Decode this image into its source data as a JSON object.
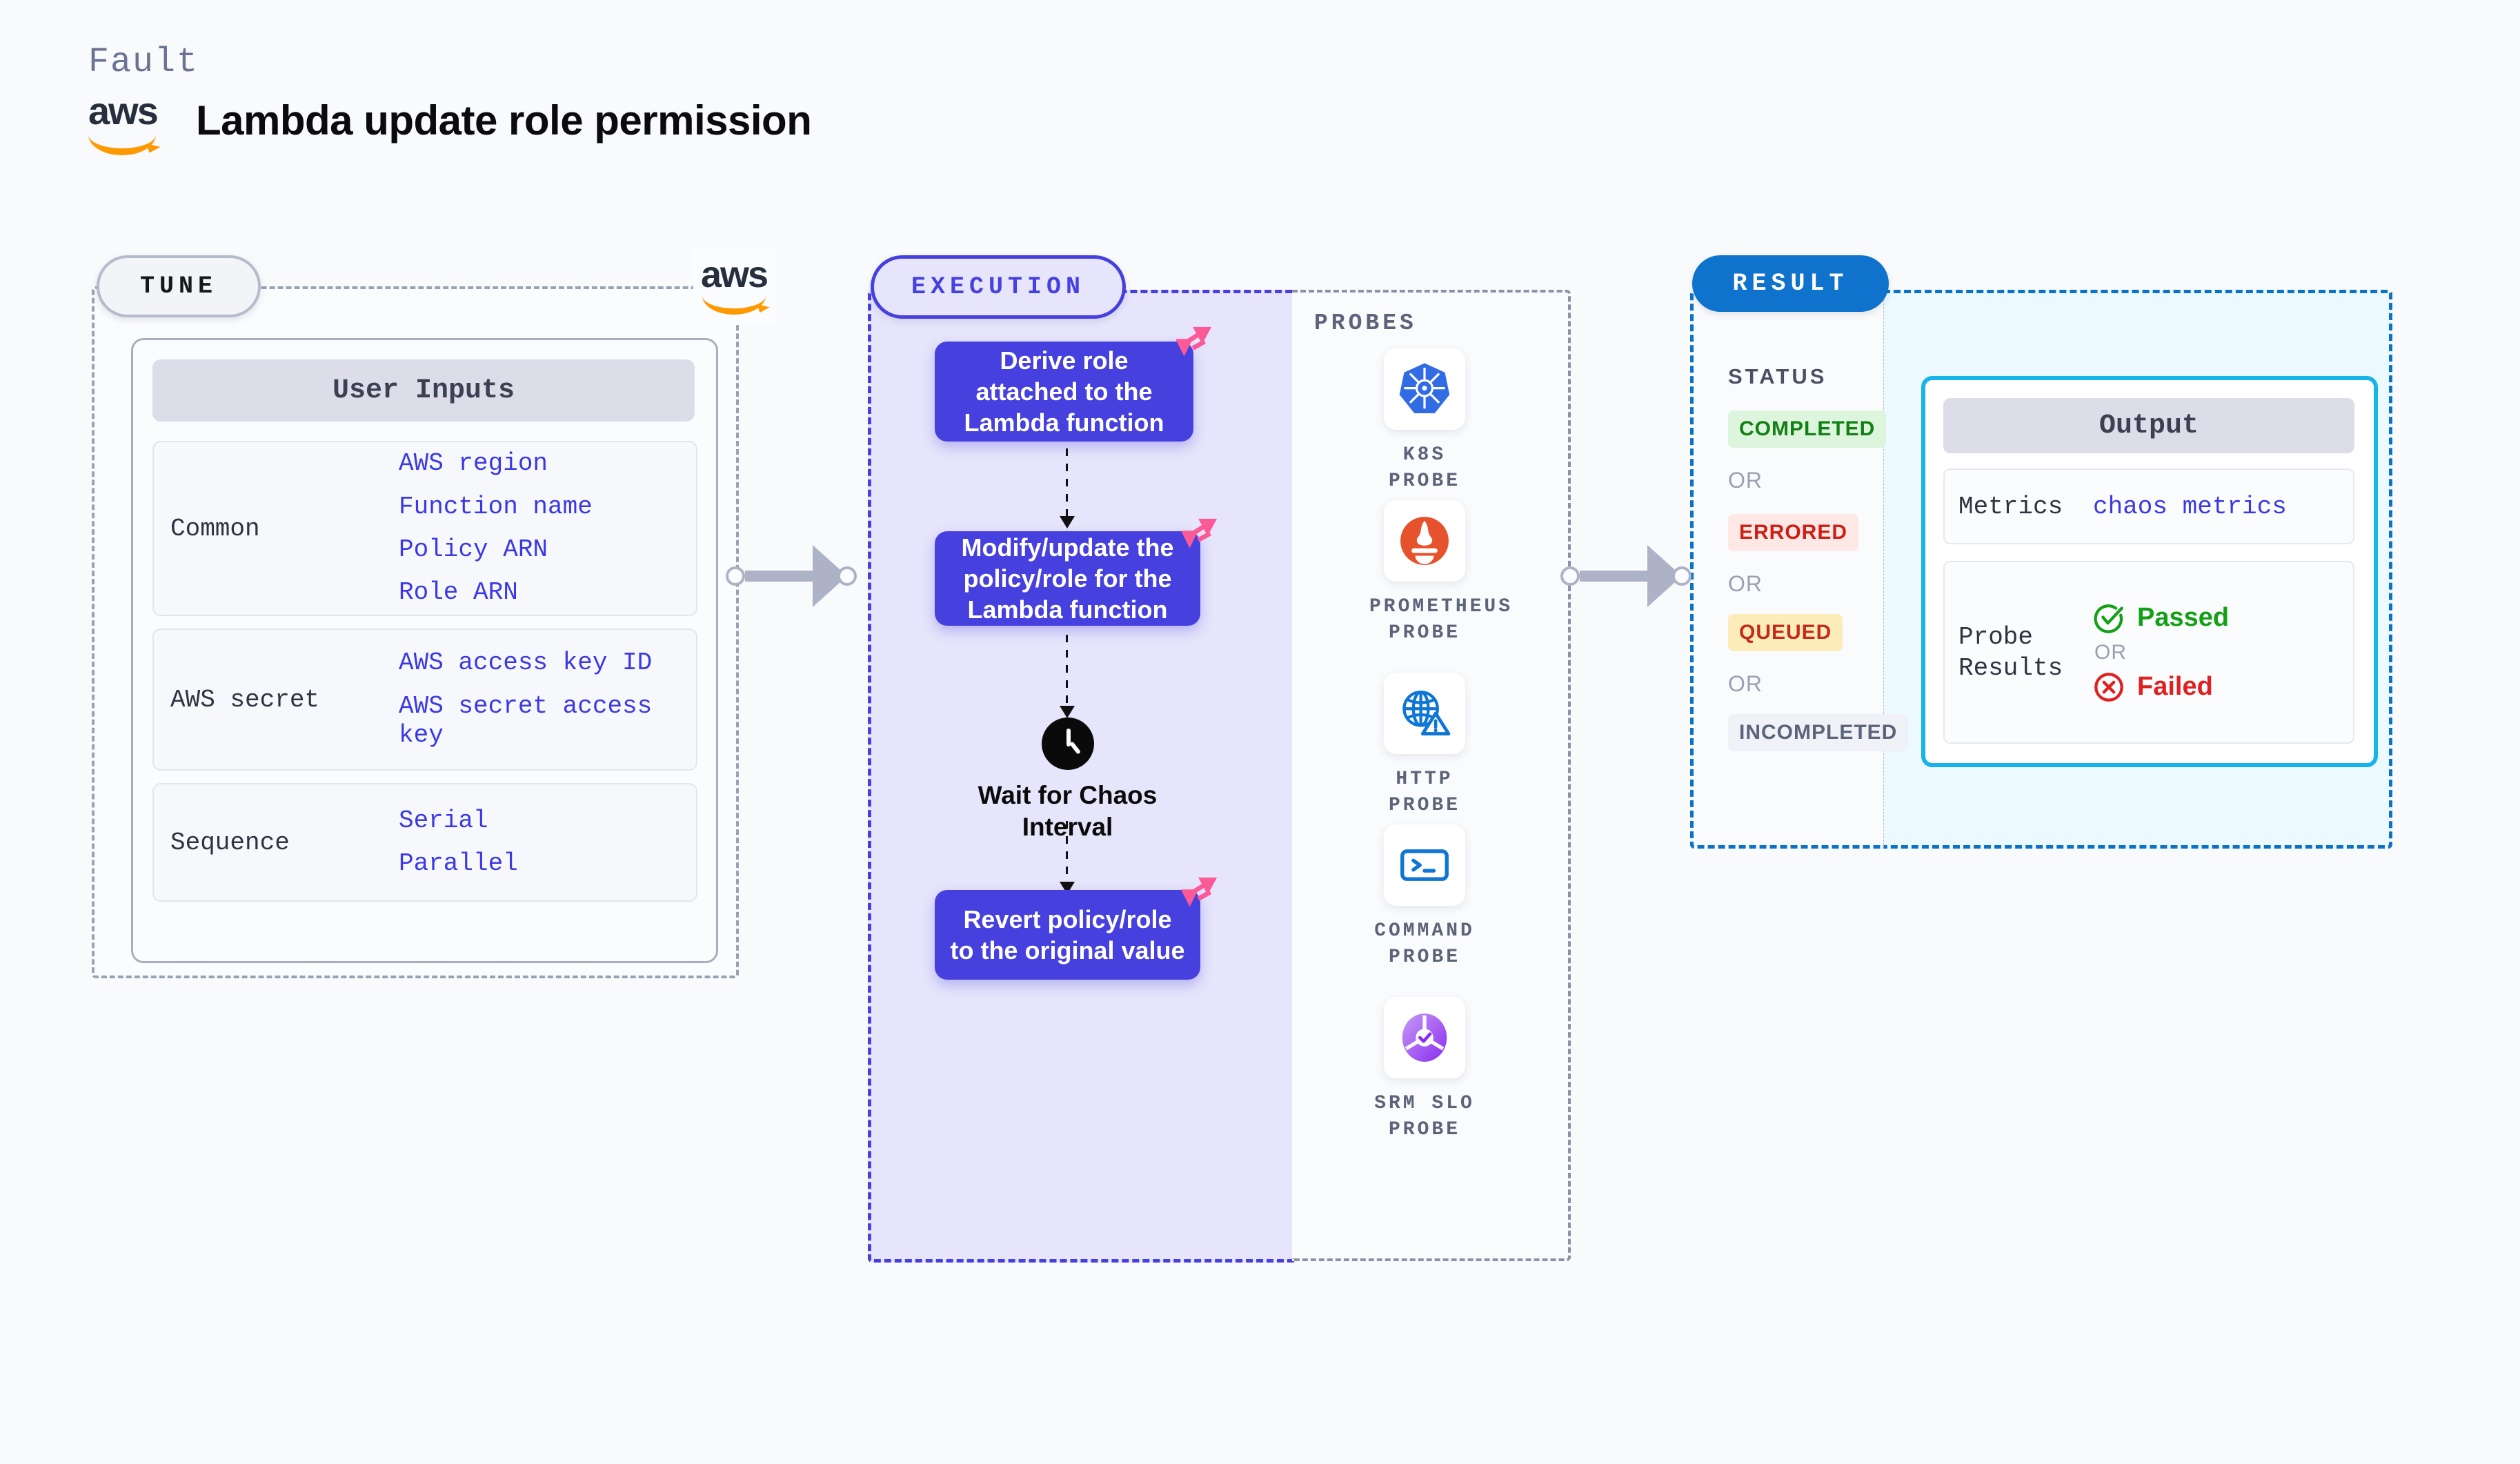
{
  "header": {
    "fault_label": "Fault",
    "title": "Lambda update role permission",
    "aws_logo_text": "aws"
  },
  "tune": {
    "badge": "TUNE",
    "aws_logo_text": "aws",
    "card_title": "User Inputs",
    "groups": [
      {
        "label": "Common",
        "values": [
          "AWS region",
          "Function name",
          "Policy ARN",
          "Role ARN"
        ]
      },
      {
        "label": "AWS secret",
        "values": [
          "AWS access key ID",
          "AWS secret access key"
        ]
      },
      {
        "label": "Sequence",
        "values": [
          "Serial",
          "Parallel"
        ]
      }
    ]
  },
  "execution": {
    "badge": "EXECUTION",
    "nodes": [
      {
        "text": "Derive role attached to the Lambda function"
      },
      {
        "text": "Modify/update the policy/role for the Lambda function"
      },
      {
        "text": "Revert policy/role to the original value"
      }
    ],
    "wait_label": "Wait for Chaos Interval",
    "node_color": "#4640de",
    "flag_color": "#fb5a96"
  },
  "probes": {
    "section_label": "PROBES",
    "items": [
      {
        "label": "K8S PROBE",
        "icon": "kubernetes-icon",
        "color": "#326ce5"
      },
      {
        "label": "PROMETHEUS PROBE",
        "icon": "prometheus-icon",
        "color": "#e6522c"
      },
      {
        "label": "HTTP PROBE",
        "icon": "globe-alert-icon",
        "color": "#0f76d4"
      },
      {
        "label": "COMMAND PROBE",
        "icon": "terminal-icon",
        "color": "#0f76d4"
      },
      {
        "label": "SRM SLO PROBE",
        "icon": "slo-gauge-icon",
        "color": "#9b51e0"
      }
    ]
  },
  "result": {
    "badge": "RESULT",
    "status_label": "STATUS",
    "or_text": "OR",
    "statuses": [
      {
        "text": "COMPLETED",
        "bg": "#ddf5dd",
        "fg": "#128012"
      },
      {
        "text": "ERRORED",
        "bg": "#fde8e6",
        "fg": "#cc2016"
      },
      {
        "text": "QUEUED",
        "bg": "#fcecb9",
        "fg": "#c42b1c"
      },
      {
        "text": "INCOMPLETED",
        "bg": "#f1f2f7",
        "fg": "#5d6479"
      }
    ],
    "output": {
      "title": "Output",
      "metrics_key": "Metrics",
      "metrics_value": "chaos metrics",
      "probe_key": "Probe Results",
      "passed_text": "Passed",
      "failed_text": "Failed",
      "or_text": "OR",
      "passed_color": "#14a015",
      "failed_color": "#e02020"
    }
  },
  "colors": {
    "page_bg": "#f9fafc",
    "tune_border": "#9aa1b4",
    "execution_accent": "#4640de",
    "result_accent": "#0a72c9",
    "output_border": "#16b4e8"
  }
}
